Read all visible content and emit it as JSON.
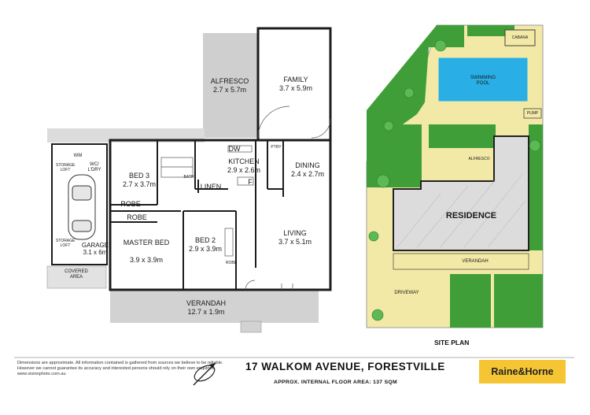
{
  "floor_plan": {
    "rooms": [
      {
        "id": "alfresco",
        "name": "ALFRESCO",
        "dims": "2.7 x 5.7m"
      },
      {
        "id": "family",
        "name": "FAMILY",
        "dims": "3.7 x 5.9m"
      },
      {
        "id": "kitchen",
        "name": "KITCHEN",
        "dims": "2.9 x 2.6m"
      },
      {
        "id": "dining",
        "name": "DINING",
        "dims": "2.4 x 2.7m"
      },
      {
        "id": "bed3",
        "name": "BED 3",
        "dims": "2.7 x 3.7m"
      },
      {
        "id": "master",
        "name": "MASTER BED",
        "dims": "3.9 x 3.9m"
      },
      {
        "id": "bed2",
        "name": "BED 2",
        "dims": "2.9 x 3.9m"
      },
      {
        "id": "living",
        "name": "LIVING",
        "dims": "3.7 x 5.1m"
      },
      {
        "id": "garage",
        "name": "GARAGE",
        "dims": "3.1 x 6m"
      },
      {
        "id": "verandah",
        "name": "VERANDAH",
        "dims": "12.7 x 1.9m"
      }
    ],
    "labels": {
      "wm": "WM",
      "wc_ldry": "WC/ L'DRY",
      "storage_loft_top": "STORAGE LOFT",
      "storage_loft_bottom": "STORAGE LOFT",
      "covered_area": "COVERED AREA",
      "dw": "DW",
      "f": "F",
      "linen": "LINEN",
      "robe1": "ROBE",
      "robe2": "ROBE",
      "robe3": "ROBE",
      "bath": "BATH",
      "pantry": "PTRY"
    }
  },
  "site_plan": {
    "title": "SITE PLAN",
    "labels": {
      "cabana": "CABANA",
      "pool": "SWIMMING POOL",
      "pump": "PUMP",
      "alfresco": "ALFRESCO",
      "residence": "RESIDENCE",
      "verandah": "VERANDAH",
      "driveway": "DRIVEWAY"
    }
  },
  "footer": {
    "disclaimer": "Dimensions are approximate. All information contained is gathered from sources we believe to be reliable. However we cannot guarantee its accuracy and interested persons should rely on their own enquiries.",
    "website": "www.visionphoto.com.au",
    "address": "17 WALKOM AVENUE, FORESTVILLE",
    "floor_area": "APPROX. INTERNAL FLOOR AREA: 137 SQM",
    "brand": "Raine&Horne"
  },
  "colors": {
    "wall": "#1c1c1c",
    "outdoor": "#cfcfcf",
    "lawn": "#3f9e38",
    "paving": "#f3e9a6",
    "pool": "#29aee6",
    "brand": "#f6c533"
  }
}
